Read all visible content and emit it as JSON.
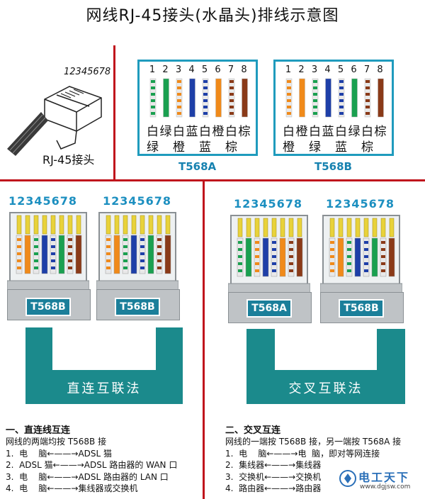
{
  "title": "网线RJ-45接头(水晶头)排线示意图",
  "plug": {
    "pin_numbers": "12345678",
    "caption": "RJ-45接头"
  },
  "t568a": {
    "name": "T568A",
    "pins": [
      "1",
      "2",
      "3",
      "4",
      "5",
      "6",
      "7",
      "8"
    ],
    "row1": [
      "白",
      "绿",
      "白",
      "蓝",
      "白",
      "橙",
      "白",
      "棕"
    ],
    "row2": [
      "绿",
      "橙",
      "蓝",
      "棕"
    ],
    "wires": [
      "#e8e8e8",
      "#1aa050",
      "#e8e8e8",
      "#1e3fa8",
      "#e8e8e8",
      "#f08a1a",
      "#e8e8e8",
      "#8a3a18"
    ],
    "stripes": [
      "#1aa050",
      "",
      "#f08a1a",
      "",
      "#1e3fa8",
      "",
      "#8a3a18",
      ""
    ]
  },
  "t568b": {
    "name": "T568B",
    "pins": [
      "1",
      "2",
      "3",
      "4",
      "5",
      "6",
      "7",
      "8"
    ],
    "row1": [
      "白",
      "橙",
      "白",
      "蓝",
      "白",
      "绿",
      "白",
      "棕"
    ],
    "row2": [
      "橙",
      "绿",
      "蓝",
      "棕"
    ],
    "wires": [
      "#e8e8e8",
      "#f08a1a",
      "#e8e8e8",
      "#1e3fa8",
      "#e8e8e8",
      "#1aa050",
      "#e8e8e8",
      "#8a3a18"
    ],
    "stripes": [
      "#f08a1a",
      "",
      "#1aa050",
      "",
      "#1e3fa8",
      "",
      "#8a3a18",
      ""
    ]
  },
  "straight": {
    "left_pins": "12345678",
    "right_pins": "12345678",
    "left_label": "T568B",
    "right_label": "T568B",
    "cable_label": "直连互联法"
  },
  "cross": {
    "left_pins": "12345678",
    "right_pins": "12345678",
    "left_label": "T568A",
    "right_label": "T568B",
    "cable_label": "交叉互联法"
  },
  "notes_left": {
    "heading": "一、直连线互连",
    "subheading": "网线的两端均按 T568B 接",
    "lines": [
      "1.  电    脑←——→ADSL 猫",
      "2.  ADSL 猫←——→ADSL 路由器的 WAN 口",
      "3.  电    脑←——→ADSL 路由器的 LAN 口",
      "4.  电    脑←——→集线器或交换机"
    ]
  },
  "notes_right": {
    "heading": "二、交叉互连",
    "subheading": "网线的一端按 T568B 接，另一端按 T568A 接",
    "lines": [
      "1.  电    脑←——→电  脑，即对等网连接",
      "2.  集线器←——→集线器",
      "3.  交换机←——→交换机",
      "4.  路由器←——→路由器"
    ]
  },
  "watermark": {
    "brand": "电工天下",
    "url": "www.dgjsw.com"
  },
  "colors": {
    "red_divider": "#c0141c",
    "panel_border": "#1f9bbd",
    "cable": "#1b8a8c",
    "plug_body": "#bfc3c6"
  }
}
